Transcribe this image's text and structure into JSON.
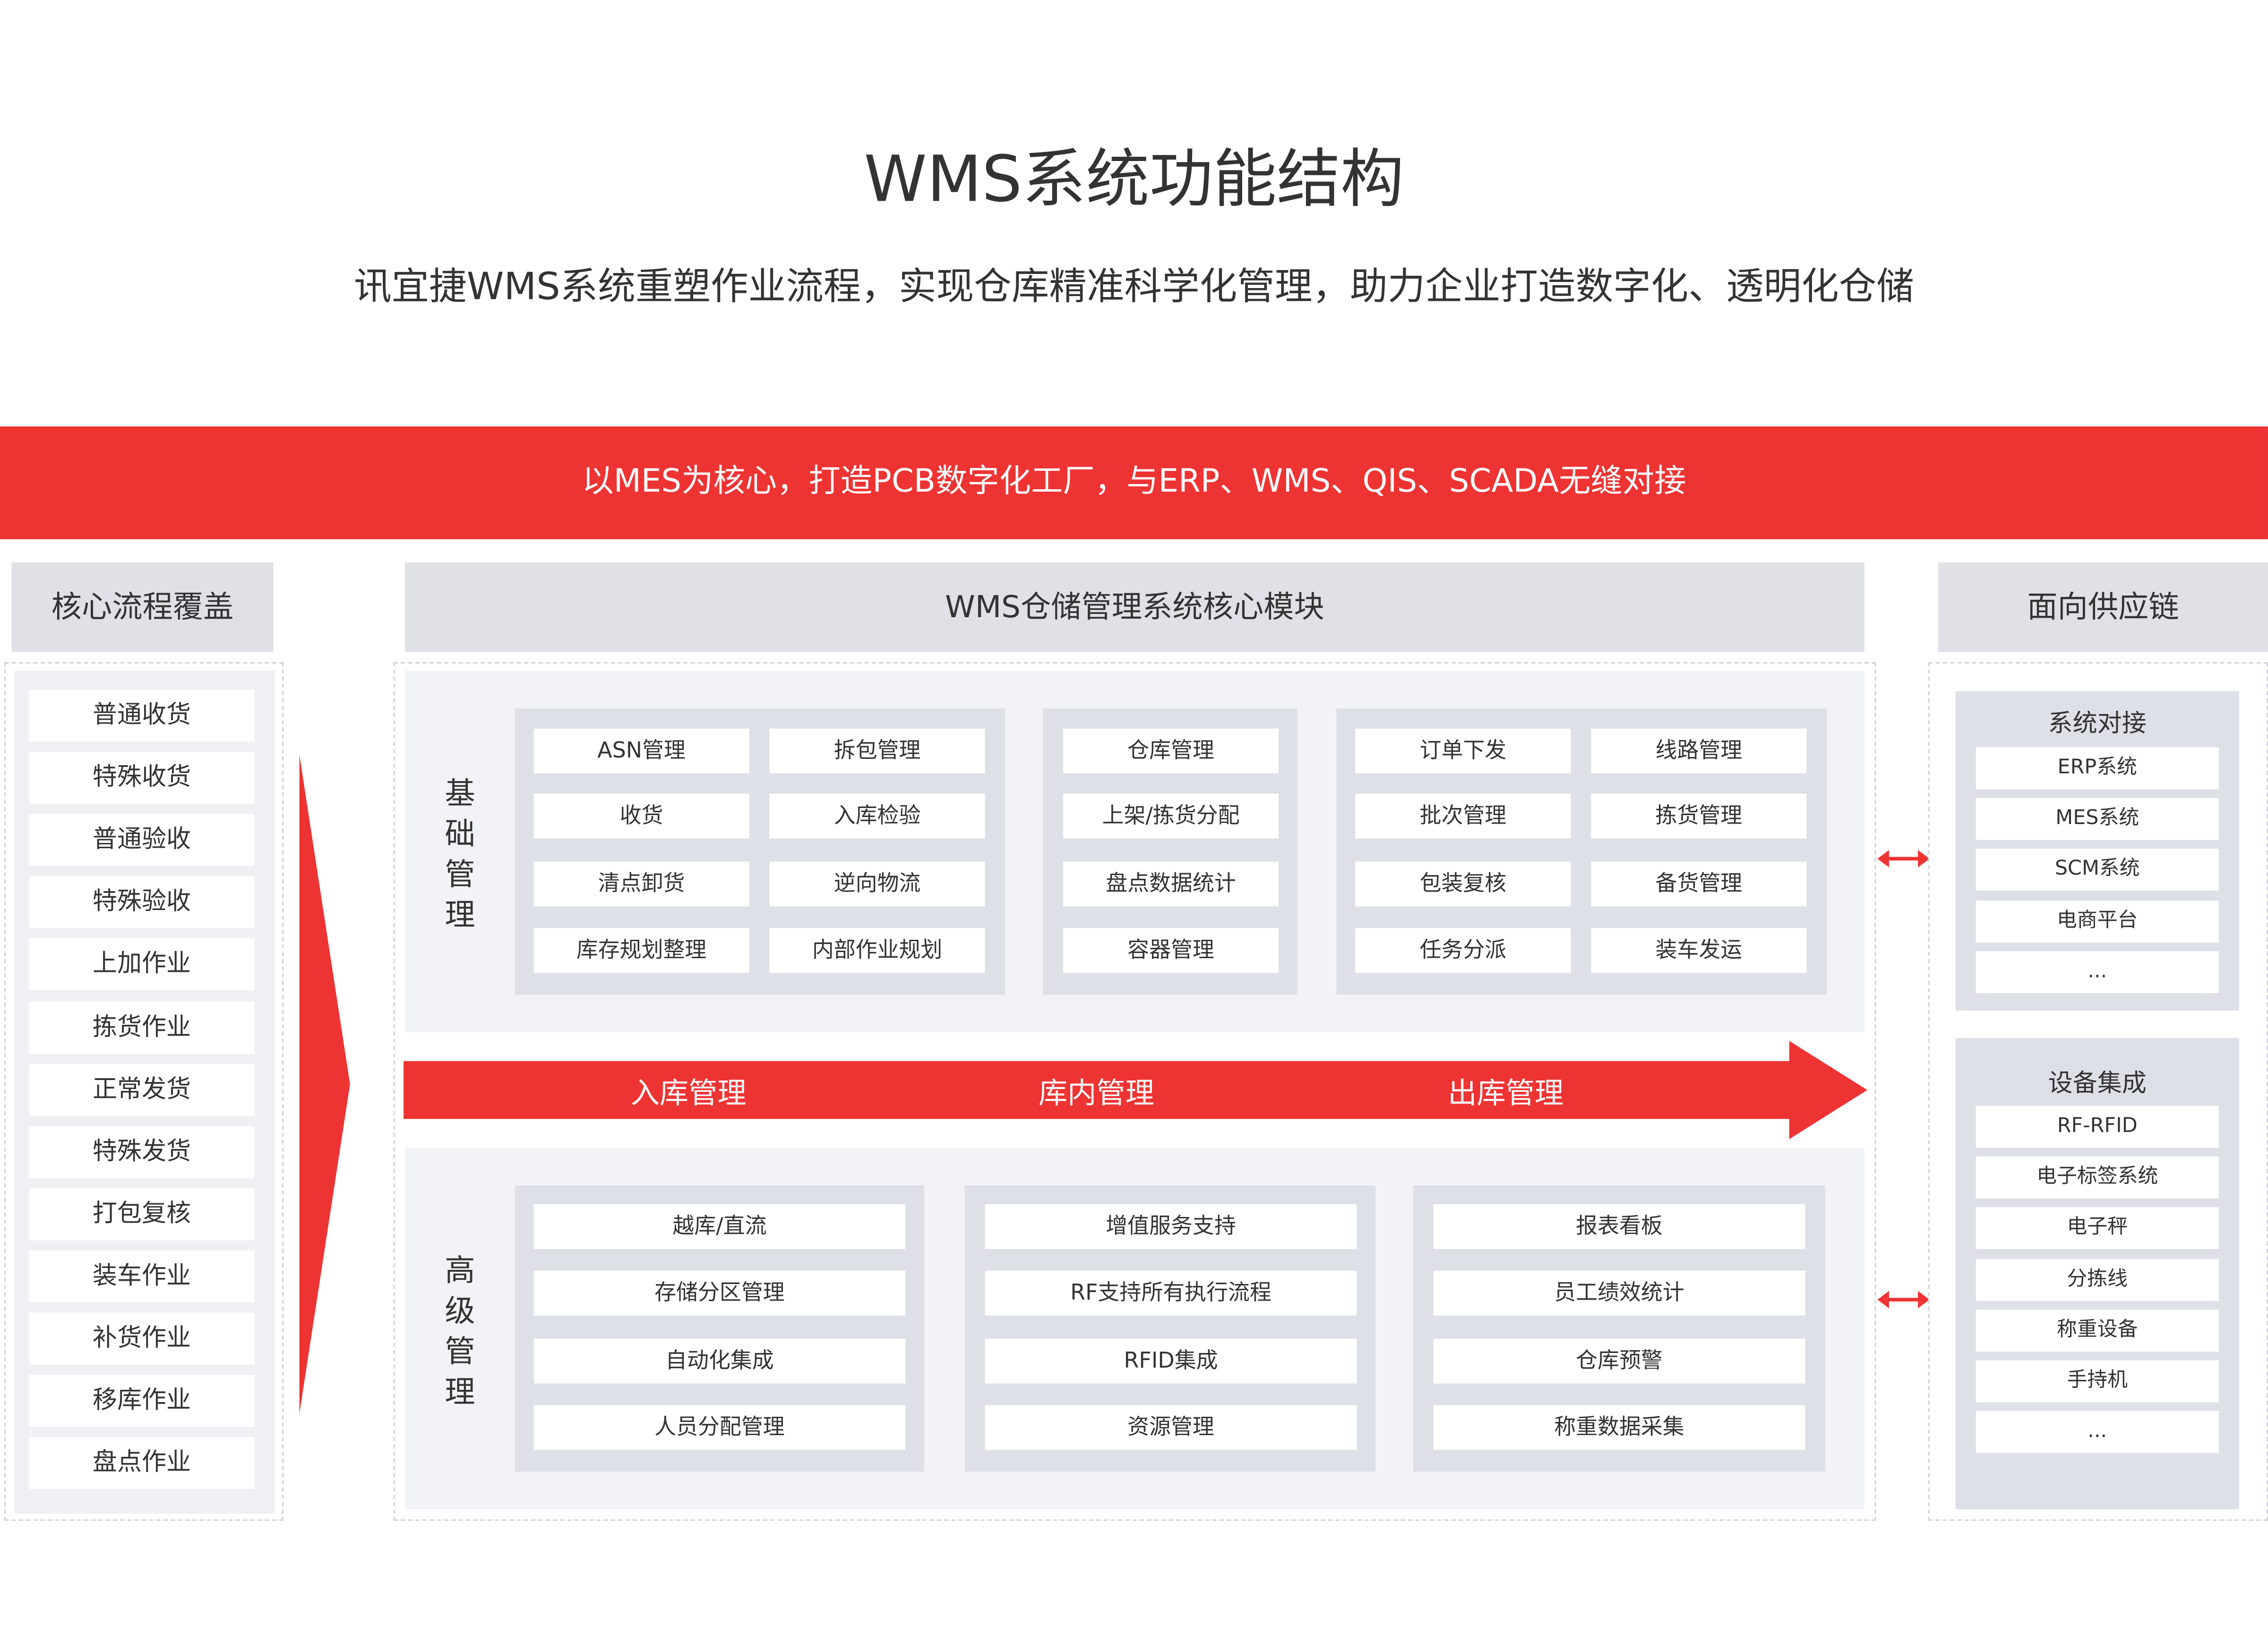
{
  "title": "WMS系统功能结构",
  "subtitle": "讯宜捷WMS系统重塑作业流程，实现仓库精准科学化管理，助力企业打造数字化、透明化仓储",
  "banner": "以MES为核心，打造PCB数字化工厂，与ERP、WMS、QIS、SCADA无缝对接",
  "left": {
    "heading": "核心流程覆盖",
    "items": [
      "普通收货",
      "特殊收货",
      "普通验收",
      "特殊验收",
      "上加作业",
      "拣货作业",
      "正常发货",
      "特殊发货",
      "打包复核",
      "装车作业",
      "补货作业",
      "移库作业",
      "盘点作业"
    ]
  },
  "center": {
    "heading": "WMS仓储管理系统核心模块",
    "basic": {
      "label": [
        "基",
        "础",
        "管",
        "理"
      ],
      "groups": [
        [
          [
            "ASN管理",
            "拆包管理"
          ],
          [
            "收货",
            "入库检验"
          ],
          [
            "清点卸货",
            "逆向物流"
          ],
          [
            "库存规划整理",
            "内部作业规划"
          ]
        ],
        [
          [
            "仓库管理"
          ],
          [
            "上架/拣货分配"
          ],
          [
            "盘点数据统计"
          ],
          [
            "容器管理"
          ]
        ],
        [
          [
            "订单下发",
            "线路管理"
          ],
          [
            "批次管理",
            "拣货管理"
          ],
          [
            "包装复核",
            "备货管理"
          ],
          [
            "任务分派",
            "装车发运"
          ]
        ]
      ]
    },
    "flow": [
      "入库管理",
      "库内管理",
      "出库管理"
    ],
    "advanced": {
      "label": [
        "高",
        "级",
        "管",
        "理"
      ],
      "groups": [
        [
          "越库/直流",
          "存储分区管理",
          "自动化集成",
          "人员分配管理"
        ],
        [
          "增值服务支持",
          "RF支持所有执行流程",
          "RFID集成",
          "资源管理"
        ],
        [
          "报表看板",
          "员工绩效统计",
          "仓库预警",
          "称重数据采集"
        ]
      ]
    }
  },
  "right": {
    "heading": "面向供应链",
    "system": {
      "title": "系统对接",
      "items": [
        "ERP系统",
        "MES系统",
        "SCM系统",
        "电商平台",
        "..."
      ]
    },
    "device": {
      "title": "设备集成",
      "items": [
        "RF-RFID",
        "电子标签系统",
        "电子秤",
        "分拣线",
        "称重设备",
        "手持机",
        "..."
      ]
    }
  },
  "colors": {
    "accent": "#ee3333",
    "panel": "#f2f3f6",
    "group": "#dde0e6"
  }
}
